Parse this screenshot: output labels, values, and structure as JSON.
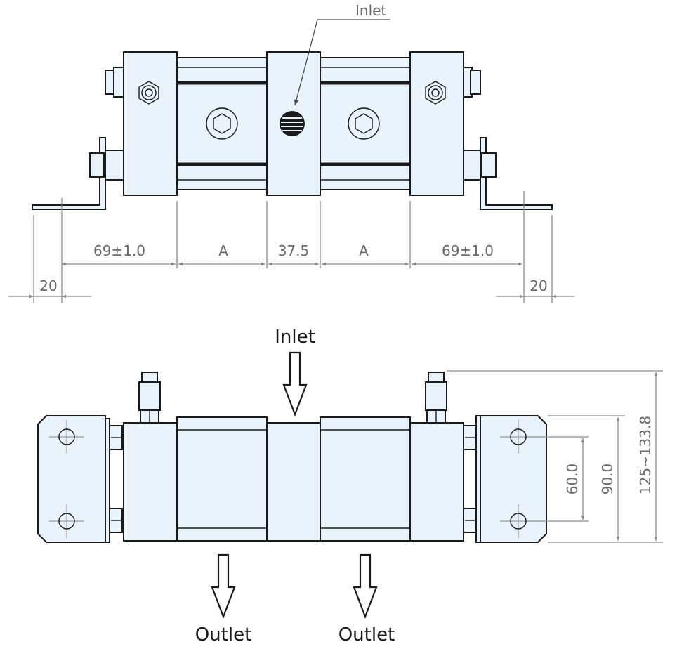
{
  "labels": {
    "inlet_top": "Inlet",
    "inlet_front": "Inlet",
    "outlet_left": "Outlet",
    "outlet_right": "Outlet"
  },
  "dimensions": {
    "bracket_left": "69±1.0",
    "section_a_left": "A",
    "center_width": "37.5",
    "section_a_right": "A",
    "bracket_right": "69±1.0",
    "flange_left": "20",
    "flange_right": "20",
    "hole_spacing": "60.0",
    "mount_height": "90.0",
    "total_height": "125~133.8"
  },
  "colors": {
    "body_fill": "#e8f3fb",
    "outline": "#1a1a1a",
    "dimension_line": "#8a8a8a"
  }
}
